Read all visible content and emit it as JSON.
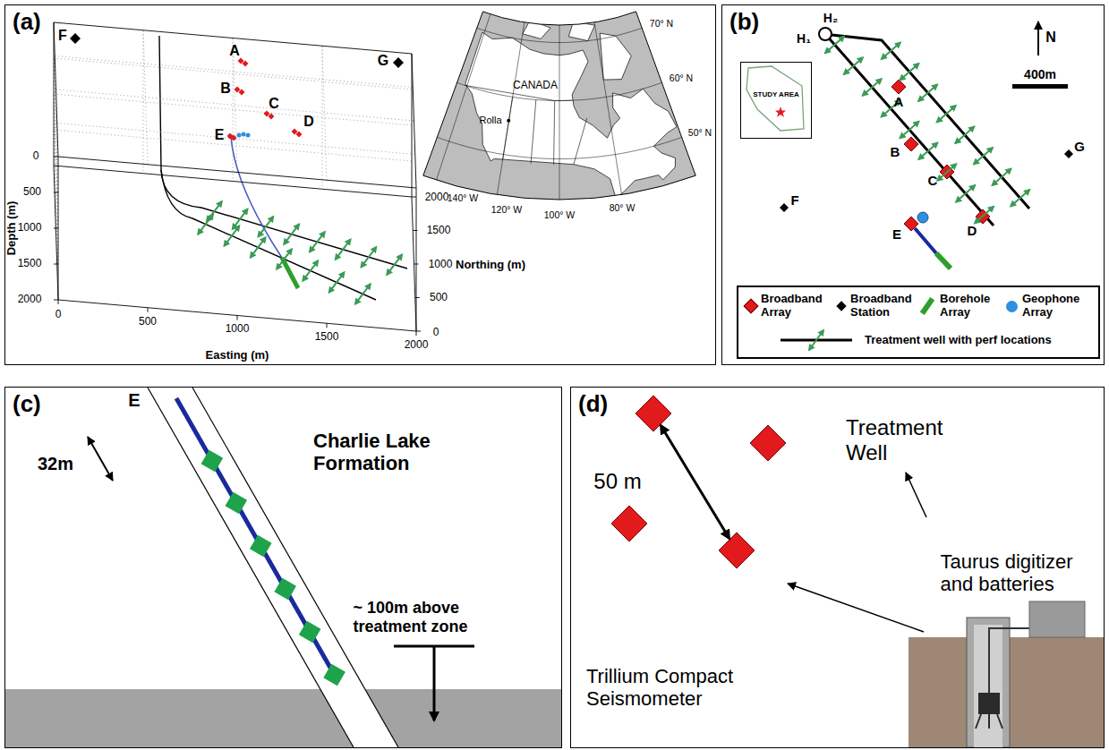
{
  "diagram": {
    "nodes": [
      {
        "text": [
          "(a)"
        ]
      },
      {
        "text": [
          "(b)"
        ]
      },
      {
        "text": [
          "STUDY AREA"
        ],
        "in": 1
      },
      {
        "text": [
          "(c)"
        ]
      },
      {
        "text": [
          "(d)"
        ]
      }
    ],
    "labels": [
      "0",
      "500",
      "1000",
      "1500",
      "2000",
      "Depth (m)",
      "0",
      "500",
      "1000",
      "1500",
      "2000",
      "Easting (m)",
      "0",
      "500",
      "1000",
      "1500",
      "2000",
      "Northing (m)",
      "A",
      "B",
      "C",
      "D",
      "E",
      "F",
      "G",
      "70° N",
      "60° N",
      "50° N",
      "140° W",
      "120° W",
      "100° W",
      "80° W",
      "Rolla",
      "CANADA",
      "H₂",
      "H₁",
      "N",
      "400m",
      "A",
      "B",
      "C",
      "D",
      "E",
      "F",
      "G",
      "E",
      "32m",
      "Charlie Lake Formation",
      "~ 100m above treatment zone",
      "50 m",
      "Treatment Well",
      "Taurus digitizer and batteries",
      "Trillium Compact Seismometer"
    ],
    "legend": [
      {
        "text": "Broadband Array",
        "color": "#e31a1c"
      },
      {
        "text": "Broadband Station",
        "color": "#000000"
      },
      {
        "text": "Borehole Array",
        "color": "#2ca02c"
      },
      {
        "text": "Geophone Array",
        "color": "#2f8fe0"
      },
      {
        "text": "Treatment well with perf locations"
      }
    ]
  }
}
